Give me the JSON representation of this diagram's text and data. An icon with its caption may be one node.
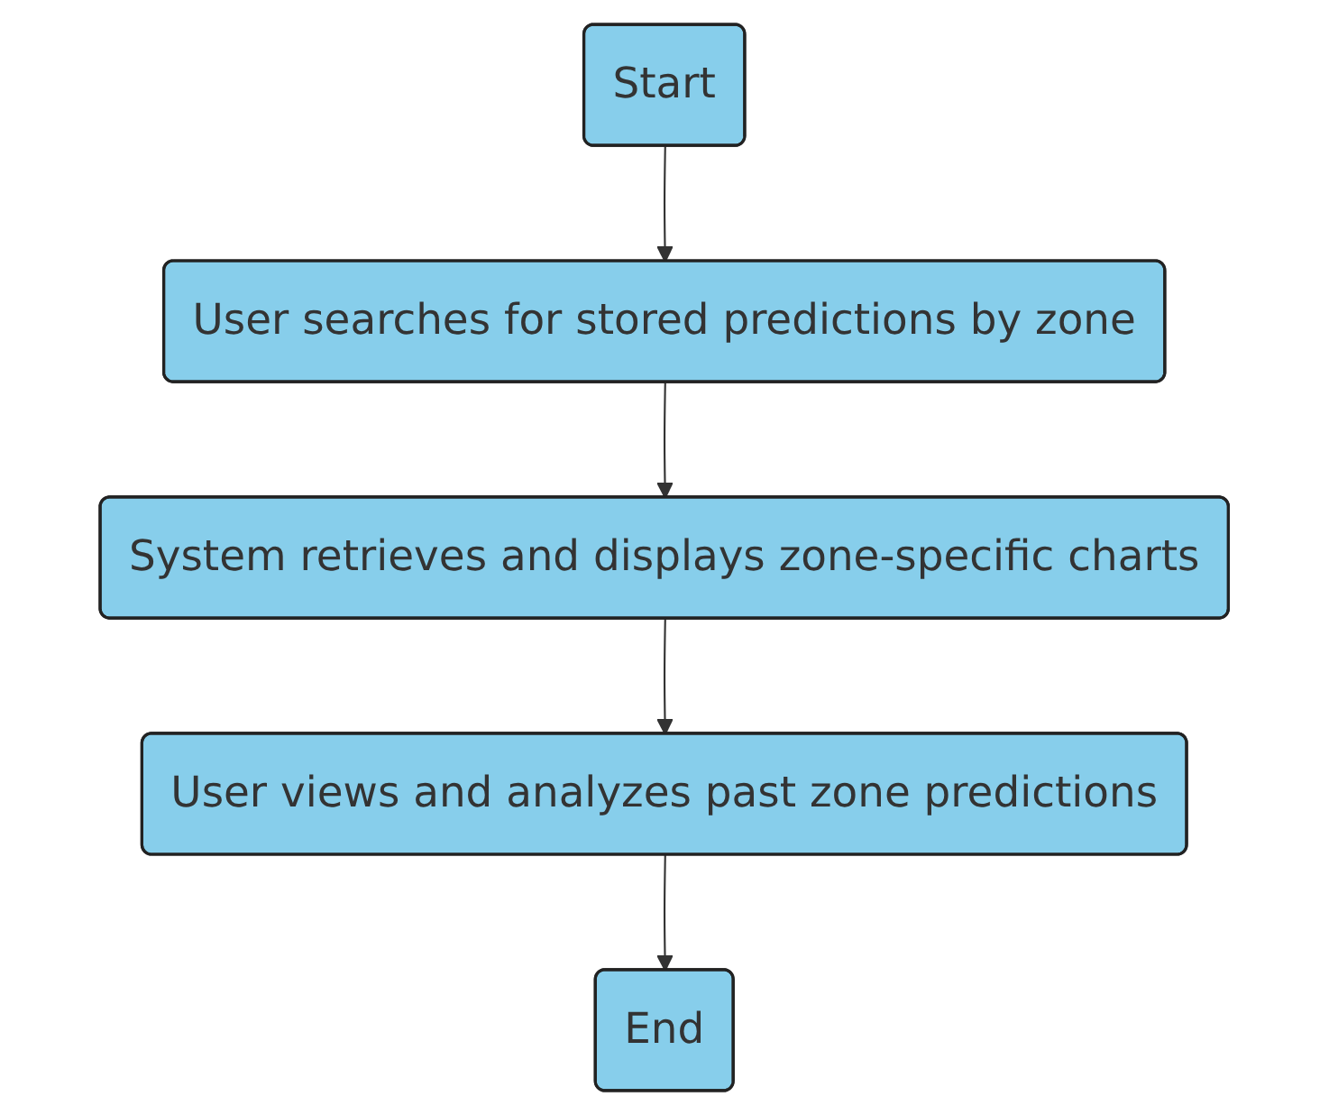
{
  "diagram": {
    "nodes": [
      {
        "text": [
          "Start"
        ]
      },
      {
        "text": [
          "User searches for stored predictions by zone"
        ]
      },
      {
        "text": [
          "System retrieves and displays zone-specific charts"
        ]
      },
      {
        "text": [
          "User views and analyzes past zone predictions"
        ]
      },
      {
        "text": [
          "End"
        ]
      }
    ],
    "edges": [
      {
        "from": 0,
        "to": 1,
        "arrow": "to"
      },
      {
        "from": 1,
        "to": 2,
        "arrow": "to"
      },
      {
        "from": 2,
        "to": 3,
        "arrow": "to"
      },
      {
        "from": 3,
        "to": 4,
        "arrow": "to"
      }
    ]
  }
}
